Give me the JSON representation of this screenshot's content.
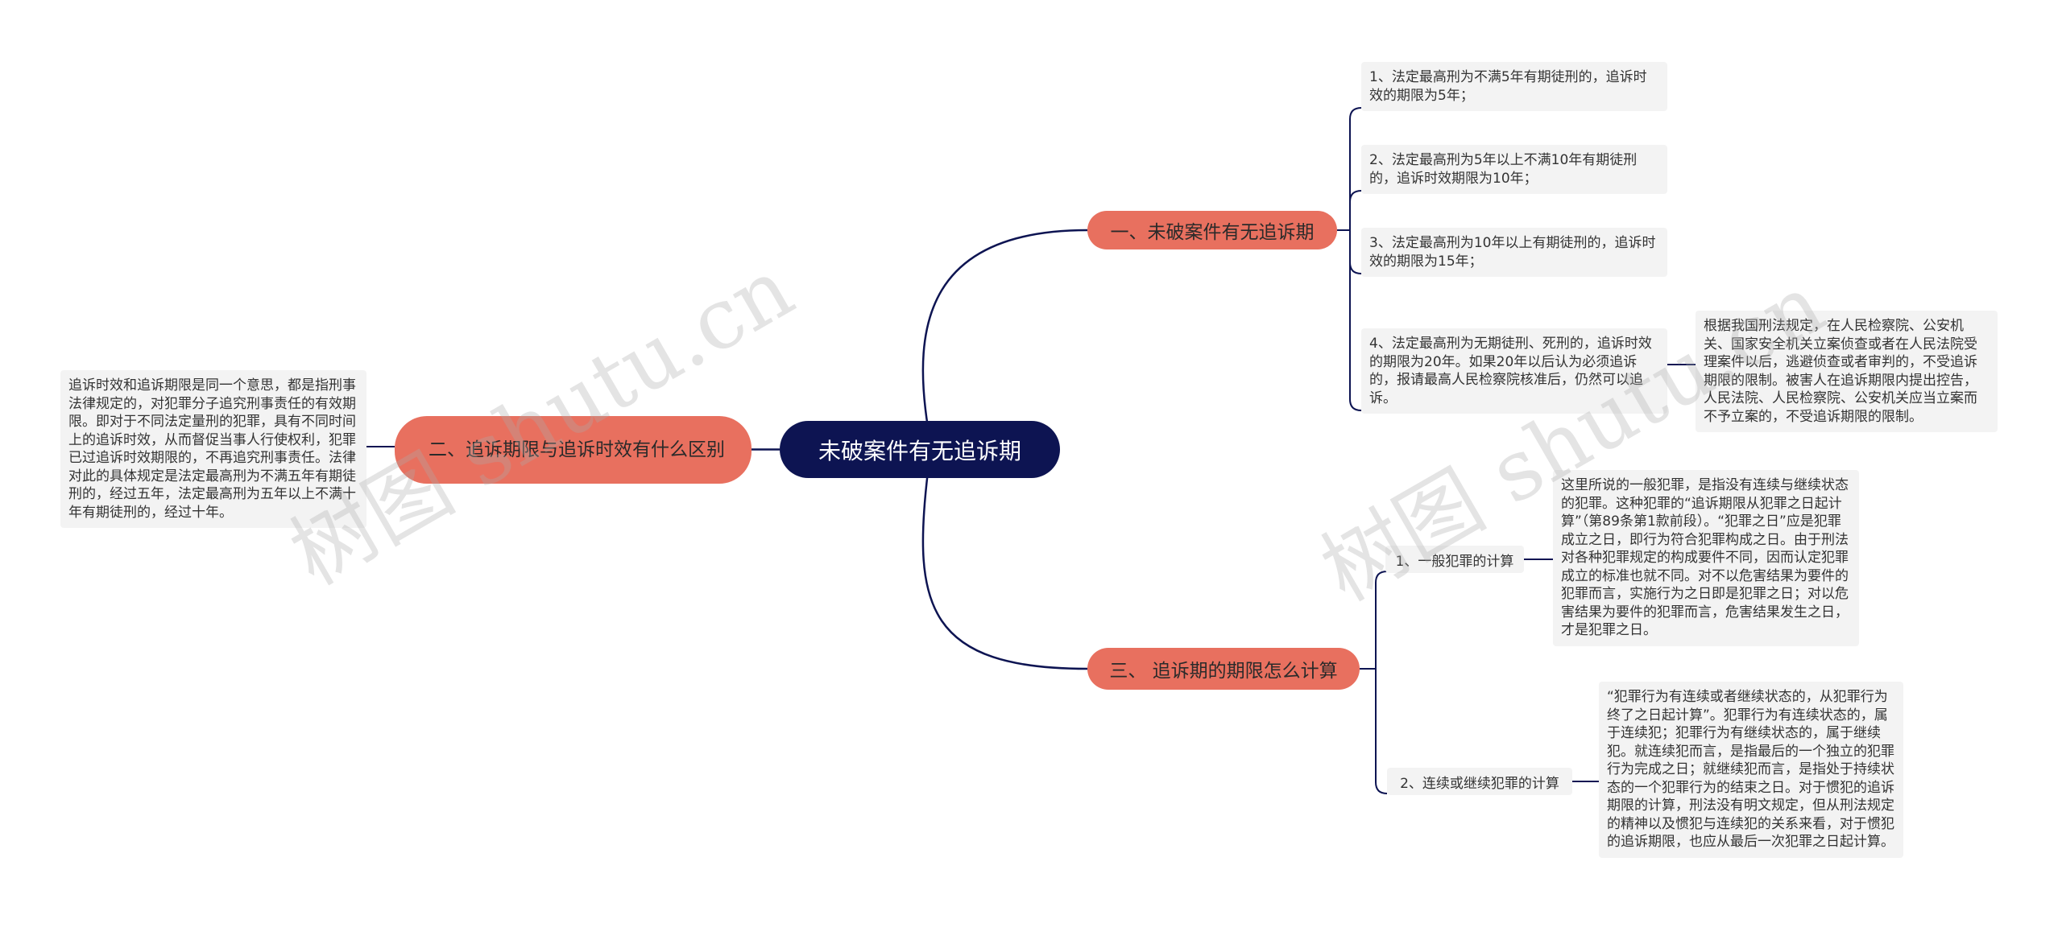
{
  "root": {
    "label": "未破案件有无追诉期"
  },
  "branches": {
    "b1": {
      "label": "一、未破案件有无追诉期"
    },
    "b2": {
      "label": "二、追诉期限与追诉时效有什么区别"
    },
    "b3": {
      "label": "三、 追诉期的期限怎么计算"
    }
  },
  "leaves": {
    "b1_1": "1、法定最高刑为不满5年有期徒刑的，追诉时效的期限为5年；",
    "b1_2": "2、法定最高刑为5年以上不满10年有期徒刑的，追诉时效期限为10年；",
    "b1_3": "3、法定最高刑为10年以上有期徒刑的，追诉时效的期限为15年；",
    "b1_4": "4、法定最高刑为无期徒刑、死刑的，追诉时效的期限为20年。如果20年以后认为必须追诉的，报请最高人民检察院核准后，仍然可以追诉。",
    "b1_4_note": "根据我国刑法规定，在人民检察院、公安机关、国家安全机关立案侦查或者在人民法院受理案件以后，逃避侦查或者审判的，不受追诉期限的限制。被害人在追诉期限内提出控告，人民法院、人民检察院、公安机关应当立案而不予立案的，不受追诉期限的限制。",
    "b2_1": "追诉时效和追诉期限是同一个意思，都是指刑事法律规定的，对犯罪分子追究刑事责任的有效期限。即对于不同法定量刑的犯罪，具有不同时间上的追诉时效，从而督促当事人行使权利，犯罪已过追诉时效期限的，不再追究刑事责任。法律对此的具体规定是法定最高刑为不满五年有期徒刑的，经过五年，法定最高刑为五年以上不满十年有期徒刑的，经过十年。",
    "b3_1": "1、一般犯罪的计算",
    "b3_1_note": "这里所说的一般犯罪，是指没有连续与继续状态的犯罪。这种犯罪的“追诉期限从犯罪之日起计算”（第89条第1款前段）。“犯罪之日”应是犯罪成立之日，即行为符合犯罪构成之日。由于刑法对各种犯罪规定的构成要件不同，因而认定犯罪成立的标准也就不同。对不以危害结果为要件的犯罪而言，实施行为之日即是犯罪之日；对以危害结果为要件的犯罪而言，危害结果发生之日，才是犯罪之日。",
    "b3_2": "2、连续或继续犯罪的计算",
    "b3_2_note": "“犯罪行为有连续或者继续状态的，从犯罪行为终了之日起计算”。犯罪行为有连续状态的，属于连续犯；犯罪行为有继续状态的，属于继续犯。就连续犯而言，是指最后的一个独立的犯罪行为完成之日；就继续犯而言，是指处于持续状态的一个犯罪行为的结束之日。对于惯犯的追诉期限的计算，刑法没有明文规定，但从刑法规定的精神以及惯犯与连续犯的关系来看，对于惯犯的追诉期限，也应从最后一次犯罪之日起计算。"
  },
  "watermarks": [
    "树图 shutu.cn",
    "树图 shutu.cn"
  ],
  "colors": {
    "root_fill": "#0d1452",
    "branch_fill": "#e8705f",
    "leaf_fill": "#f3f3f3",
    "edge": "#0d1452"
  }
}
